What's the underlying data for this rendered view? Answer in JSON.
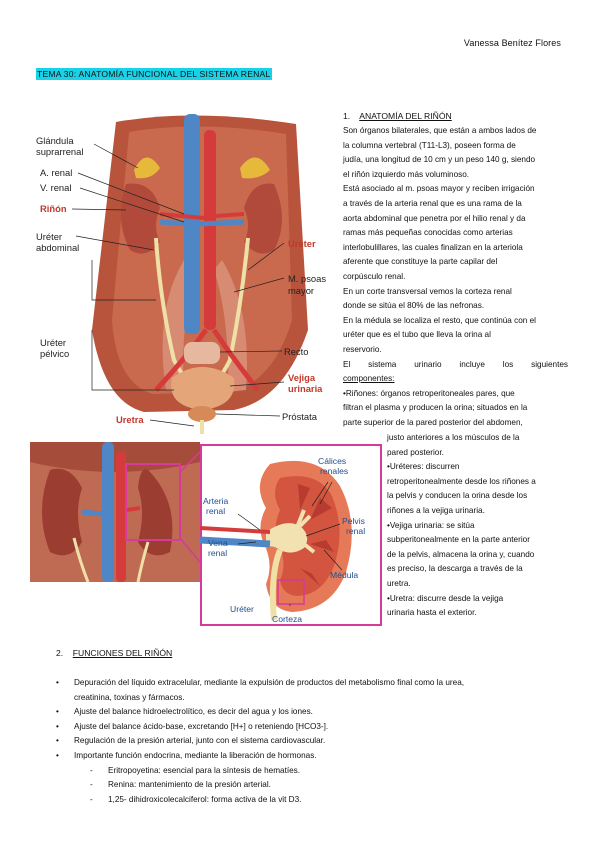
{
  "header": {
    "author": "Vanessa Benítez Flores"
  },
  "topic": {
    "title": "TEMA 30: ANATOMÍA FUNCIONAL DEL SISTEMA RENAL"
  },
  "figure1": {
    "labels": {
      "glandula": "Glándula",
      "suprarrenal": "suprarrenal",
      "a_renal": "A. renal",
      "v_renal": "V. renal",
      "rinon": "Riñón",
      "ureter_abd1": "Uréter",
      "ureter_abd2": "abdominal",
      "ureter_pel1": "Uréter",
      "ureter_pel2": "pélvico",
      "uretra": "Uretra",
      "ureter_right": "Uréter",
      "psoas1": "M. psoas",
      "psoas2": "mayor",
      "recto": "Recto",
      "vejiga1": "Vejiga",
      "vejiga2": "urinaria",
      "prostata": "Próstata"
    }
  },
  "figure2": {
    "labels": {
      "calices1": "Cálices",
      "calices2": "renales",
      "arteria1": "Arteria",
      "arteria2": "renal",
      "pelvis1": "Pelvis",
      "pelvis2": "renal",
      "vena1": "Vena",
      "vena2": "renal",
      "medula": "Médula",
      "ureter": "Uréter",
      "corteza": "Corteza"
    }
  },
  "section1": {
    "number": "1.",
    "title": "ANATOMÍA DEL RIÑÓN",
    "lines": [
      "Son órganos bilaterales, que están a ambos lados de",
      "la columna vertebral (T11-L3), poseen forma de",
      "judía, una longitud de 10 cm y un peso 140 g, siendo",
      "el riñón izquierdo más voluminoso.",
      "Está asociado al m. psoas mayor y reciben irrigación",
      "a través de la arteria renal que es una rama de la",
      "aorta abdominal que penetra por el hilio renal y da",
      "ramas más pequeñas conocidas como arterias",
      "interlobulillares, las cuales finalizan en la arteriola",
      "aferente que constituye la parte capilar del",
      "corpúsculo renal.",
      "En un corte transversal vemos la corteza renal",
      "donde se sitúa el 80% de las nefronas.",
      "En la médula se localiza el resto, que continúa con el",
      "uréter que es el tubo que lleva la orina al",
      "reservorio."
    ],
    "components_line1": "El sistema urinario incluye los siguientes",
    "components_line2": "componentes:",
    "bullets_wide": [
      "•Riñones: órganos retroperitoneales pares, que",
      "filtran el plasma y producen la orina; situados en la",
      "parte superior de la pared posterior del abdomen,"
    ],
    "bullets_narrow": [
      "justo anteriores a los músculos de la",
      "pared posterior.",
      "•Uréteres: discurren",
      "retroperitonealmente desde los riñones a",
      "la pelvis y conducen la orina desde los",
      "riñones a la vejiga urinaria.",
      "•Vejiga urinaria: se sitúa",
      "subperitonealmente en la parte anterior",
      "de la pelvis, almacena la orina y, cuando",
      "es preciso, la descarga a través de la",
      "uretra.",
      "•Uretra: discurre desde la vejiga",
      "urinaria hasta el exterior."
    ]
  },
  "section2": {
    "number": "2.",
    "title": "FUNCIONES DEL RIÑÓN",
    "items": [
      "Depuración del líquido extracelular, mediante la expulsión de productos del metabolismo final como la urea,",
      "creatinina, toxinas y fármacos.",
      "Ajuste del balance hidroelectrolítico, es decir del agua y los iones.",
      "Ajuste del balance ácido-base, excretando [H+] o reteniendo [HCO3-].",
      "Regulación de la presión arterial, junto con el sistema cardiovascular.",
      "Importante función endocrina, mediante la liberación de hormonas."
    ],
    "subitems": [
      "Eritropoyetina: esencial para la síntesis de hematíes.",
      "Renina: mantenimiento de la presión arterial.",
      "1,25- dihidroxicolecalciferol: forma activa de la vit D3."
    ]
  }
}
